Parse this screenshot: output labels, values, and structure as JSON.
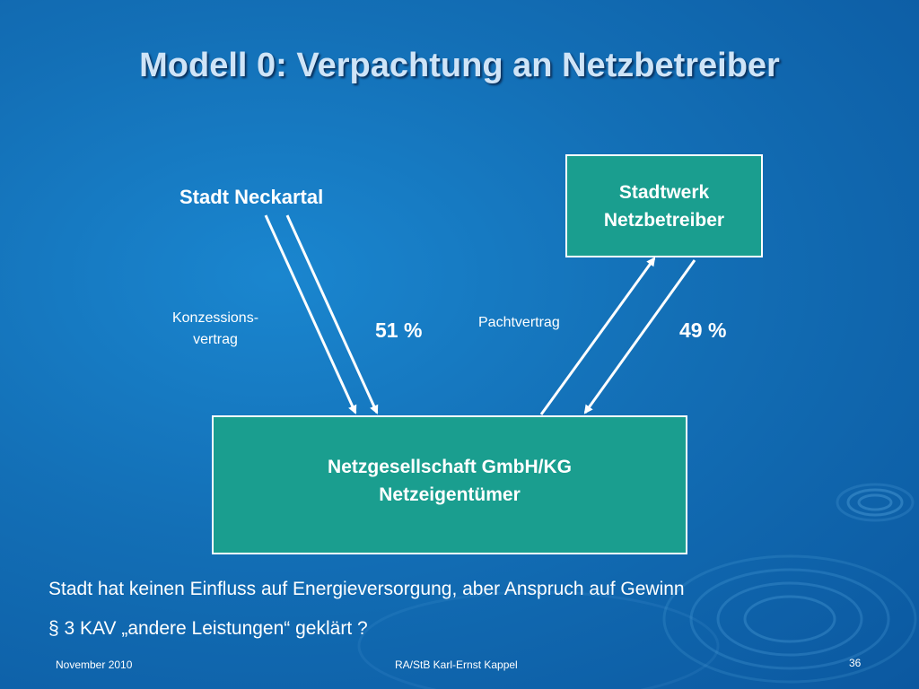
{
  "title": "Modell 0: Verpachtung an Netzbetreiber",
  "diagram": {
    "stadt": "Stadt Neckartal",
    "stadtwerk_line1": "Stadtwerk",
    "stadtwerk_line2": "Netzbetreiber",
    "konzession_line1": "Konzessions-",
    "konzession_line2": "vertrag",
    "share_left": "51 %",
    "pachtvertrag": "Pachtvertrag",
    "share_right": "49 %",
    "netz_line1": "Netzgesellschaft  GmbH/KG",
    "netz_line2": "Netzeigentümer",
    "box_color": "#1a9e8f"
  },
  "notes": {
    "line1": "Stadt hat keinen Einfluss auf Energieversorgung, aber Anspruch auf Gewinn",
    "line2": "§ 3 KAV „andere Leistungen“ geklärt ?"
  },
  "footer": {
    "date": "November  2010",
    "author": "RA/StB Karl-Ernst Kappel",
    "page": "36"
  }
}
